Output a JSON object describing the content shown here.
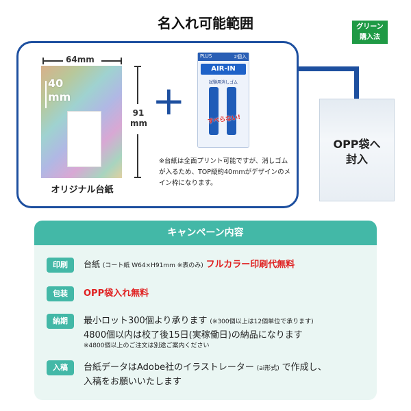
{
  "header": {
    "title": "名入れ可能範囲",
    "badge_line1": "グリーン",
    "badge_line2": "購入法"
  },
  "diagram": {
    "width_label": "64mm",
    "height_label_top": "91",
    "height_label_bottom": "mm",
    "inner_label_top": "40",
    "inner_label_bottom": "mm",
    "card_caption": "オリジナル台紙",
    "plus_symbol": "+",
    "note": "※台紙は全面プリント可能ですが、消しゴムが入るため、TOP縦約40mmがデザインのメイン枠になります。",
    "bag_label_line1": "OPP袋へ",
    "bag_label_line2": "封入"
  },
  "package": {
    "maker": "PLUS",
    "count": "2個入",
    "brand": "AIR-IN",
    "subtitle": "試験用消しゴム",
    "slogan": "すべらない!"
  },
  "campaign": {
    "heading": "キャンペーン内容",
    "rows": [
      {
        "tag": "印刷",
        "text": "台紙",
        "small": "(コート紙 W64×H91mm ※表のみ)",
        "highlight": "フルカラー印刷代無料"
      },
      {
        "tag": "包装",
        "highlight": "OPP袋入れ無料"
      },
      {
        "tag": "納期",
        "line1": "最小ロット300個より承ります",
        "line1_small": "(※300個以上は12個単位で承ります)",
        "line2": "4800個以内は校了後15日(実稼働日)の納品になります",
        "line3": "※4800個以上のご注文は別途ご案内ください"
      },
      {
        "tag": "入稿",
        "line1": "台紙データはAdobe社のイラストレーター",
        "line1_small": "(ai形式)",
        "line1_end": "で作成し、",
        "line2": "入稿をお願いいたします"
      }
    ]
  },
  "colors": {
    "frame_blue": "#1d4f9f",
    "campaign_teal": "#43b8a7",
    "campaign_bg": "#eaf6f3",
    "accent_red": "#e02020",
    "badge_green": "#1f9a45"
  }
}
